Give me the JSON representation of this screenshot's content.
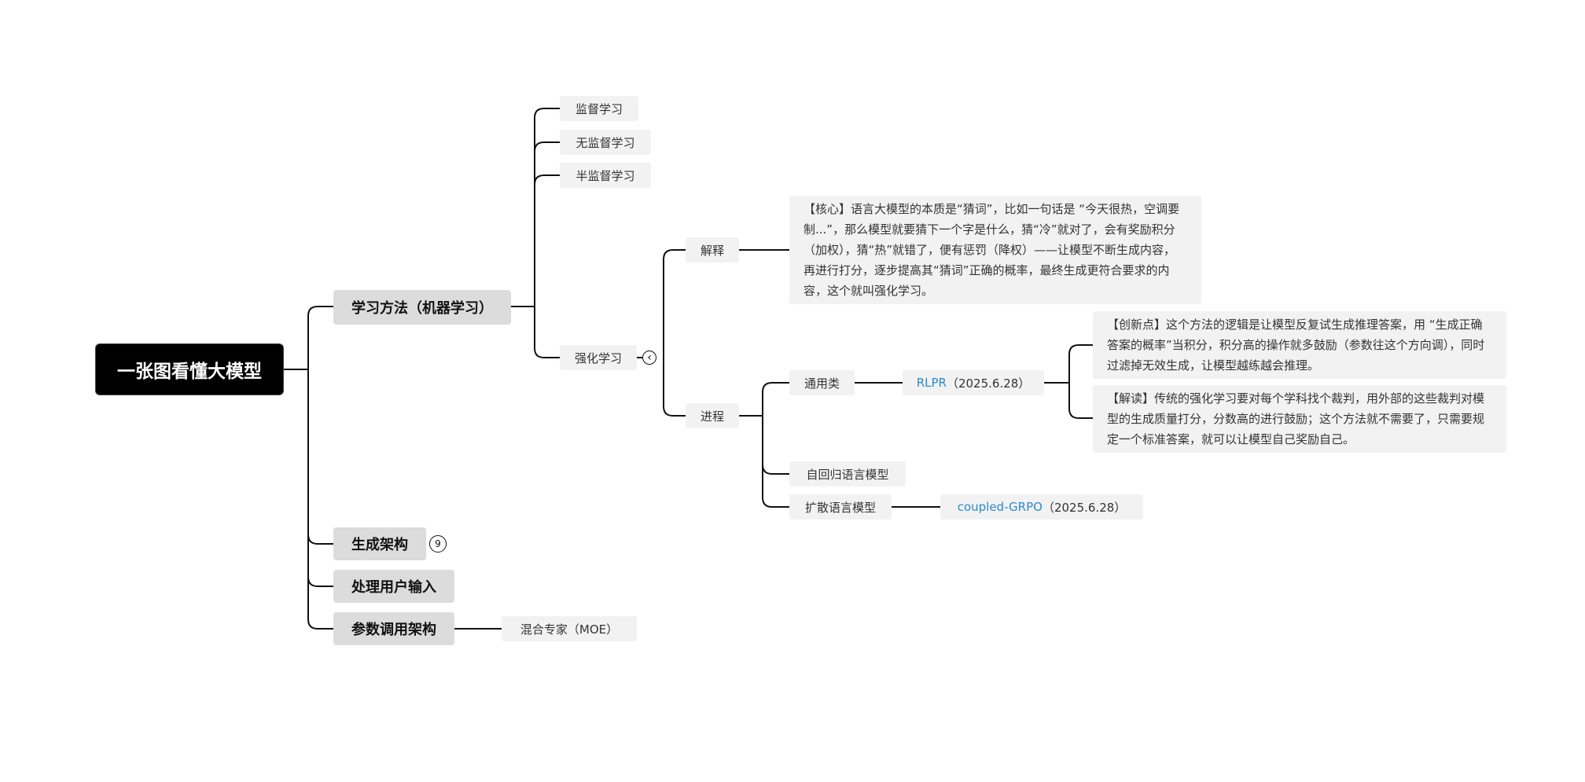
{
  "root": {
    "title": "一张图看懂大模型"
  },
  "branches": {
    "learning": {
      "label": "学习方法（机器学习）",
      "children": {
        "supervised": "监督学习",
        "unsupervised": "无监督学习",
        "semi_supervised": "半监督学习",
        "reinforcement": {
          "label": "强化学习",
          "toggle": "‹",
          "explain": {
            "label": "解释",
            "text": "【核心】语言大模型的本质是“猜词”，比如一句话是 “今天很热，空调要制...”，那么模型就要猜下一个字是什么，猜“冷”就对了，会有奖励积分（加权），猜“热”就错了，便有惩罚（降权）——让模型不断生成内容，再进行打分，逐步提高其“猜词”正确的概率，最终生成更符合要求的内容，这个就叫强化学习。"
          },
          "progress": {
            "label": "进程",
            "general": {
              "label": "通用类",
              "rlpr": {
                "name": "RLPR",
                "date": "（2025.6.28）"
              },
              "innovation": "【创新点】这个方法的逻辑是让模型反复试生成推理答案，用 “生成正确答案的概率”当积分，积分高的操作就多鼓励（参数往这个方向调），同时过滤掉无效生成，让模型越练越会推理。",
              "interpretation": "【解读】传统的强化学习要对每个学科找个裁判，用外部的这些裁判对模型的生成质量打分，分数高的进行鼓励；这个方法就不需要了，只需要规定一个标准答案，就可以让模型自己奖励自己。"
            },
            "autoregressive": {
              "label": "自回归语言模型"
            },
            "diffusion": {
              "label": "扩散语言模型",
              "grpo": {
                "name": "coupled-GRPO",
                "date": "（2025.6.28）"
              }
            }
          }
        }
      }
    },
    "generation": {
      "label": "生成架构",
      "collapsed_count": "9"
    },
    "input": {
      "label": "处理用户输入"
    },
    "params": {
      "label": "参数调用架构",
      "moe": "混合专家（MOE）"
    }
  }
}
